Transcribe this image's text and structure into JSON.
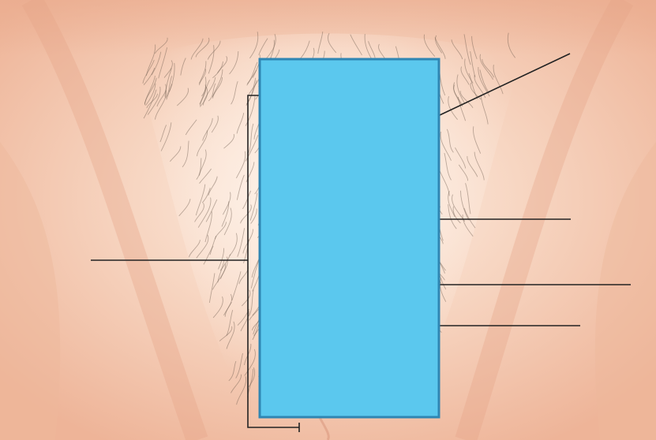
{
  "diagram": {
    "title": "",
    "labels": [],
    "colors": {
      "skin_light": "#fbe3d2",
      "skin_mid": "#f2c6ac",
      "skin_shadow": "#e8a88c",
      "hair": "#6d5a4d",
      "leader_line": "#222222",
      "cover_box_fill": "#5bc8ee",
      "cover_box_border": "#2f86b3"
    },
    "leader_lines": {
      "left": [
        "label-line-left"
      ],
      "right": [
        "label-line-upper-right",
        "label-line-right-1",
        "label-line-right-2",
        "label-line-right-3"
      ],
      "bracket": [
        "label-bracket-left"
      ]
    }
  }
}
